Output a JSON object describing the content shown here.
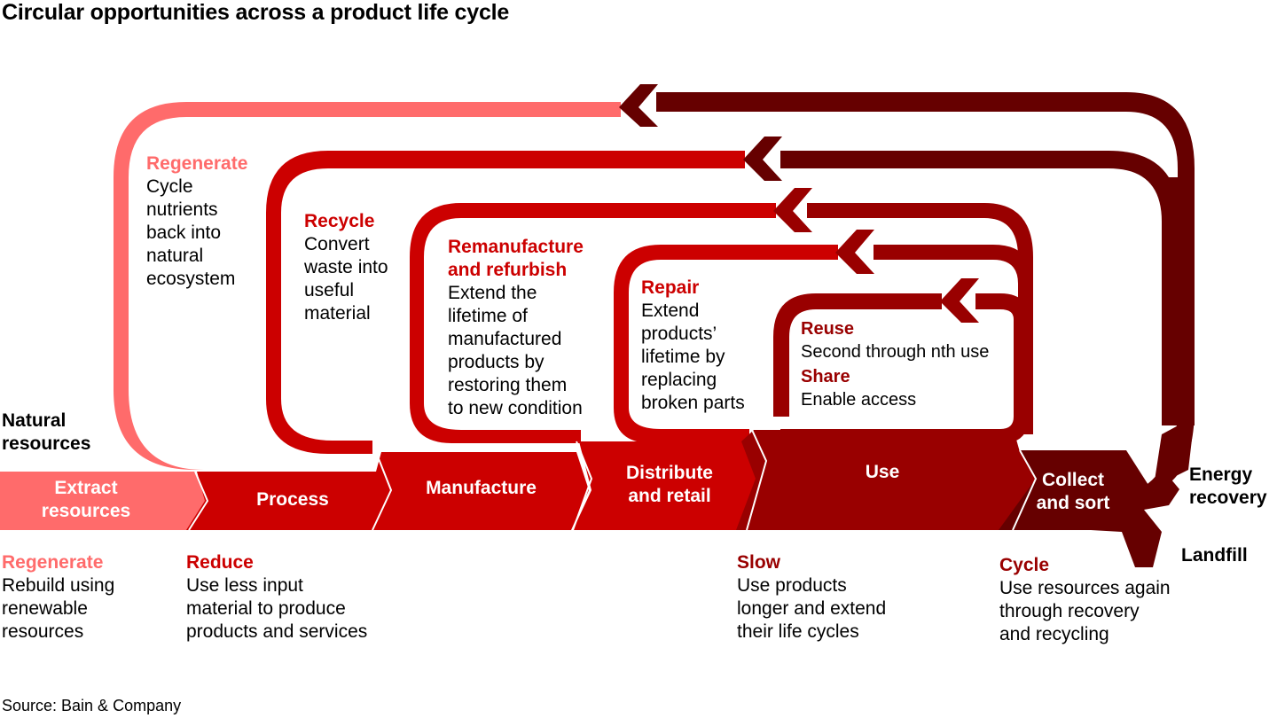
{
  "title": "Circular opportunities across a product life cycle",
  "colors": {
    "regenerate": "#FF6B6B",
    "reduce": "#CC0000",
    "slow": "#990000",
    "cycle": "#660000"
  },
  "stages": [
    {
      "label": "Extract\nresources",
      "line1": "Extract",
      "line2": "resources"
    },
    {
      "label": "Process",
      "line1": "Process"
    },
    {
      "label": "Manufacture",
      "line1": "Manufacture"
    },
    {
      "label": "Distribute and retail",
      "line1": "Distribute",
      "line2": "and retail"
    },
    {
      "label": "Use",
      "line1": "Use"
    },
    {
      "label": "Collect and sort",
      "line1": "Collect",
      "line2": "and sort"
    }
  ],
  "loops": {
    "regenerate": {
      "heading": "Regenerate",
      "lines": [
        "Cycle",
        "nutrients",
        "back into",
        "natural",
        "ecosystem"
      ]
    },
    "recycle": {
      "heading": "Recycle",
      "lines": [
        "Convert",
        "waste into",
        "useful",
        "material"
      ]
    },
    "remanufacture": {
      "heading1": "Remanufacture",
      "heading2": "and refurbish",
      "lines": [
        "Extend the",
        "lifetime of",
        "manufactured",
        "products by",
        "restoring them",
        "to new condition"
      ]
    },
    "repair": {
      "heading": "Repair",
      "lines": [
        "Extend",
        "products’",
        "lifetime by",
        "replacing",
        "broken parts"
      ]
    },
    "reuse": {
      "heading": "Reuse",
      "text": "Second through nth use"
    },
    "share": {
      "heading": "Share",
      "text": "Enable access"
    }
  },
  "side_labels": {
    "natural_resources": [
      "Natural",
      "resources"
    ],
    "energy_recovery": [
      "Energy",
      "recovery"
    ],
    "landfill": "Landfill"
  },
  "strategies": [
    {
      "heading": "Regenerate",
      "lines": [
        "Rebuild using",
        "renewable",
        "resources"
      ]
    },
    {
      "heading": "Reduce",
      "lines": [
        "Use less input",
        "material to produce",
        "products and services"
      ]
    },
    {
      "heading": "Slow",
      "lines": [
        "Use products",
        "longer and extend",
        "their life cycles"
      ]
    },
    {
      "heading": "Cycle",
      "lines": [
        "Use resources again",
        "through recovery",
        "and recycling"
      ]
    }
  ],
  "source": "Source: Bain & Company"
}
